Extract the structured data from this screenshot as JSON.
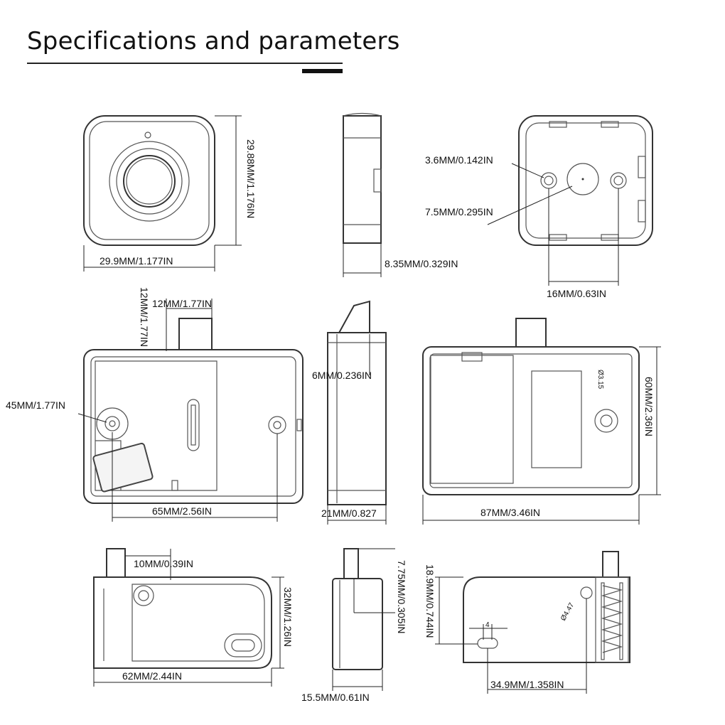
{
  "header": {
    "title": "Specifications and parameters"
  },
  "dimensions": {
    "front_width": "29.9MM/1.177IN",
    "front_height": "29.88MM/1.176IN",
    "side_depth": "8.35MM/0.329IN",
    "hole_small": "3.6MM/0.142IN",
    "hole_center": "7.5MM/0.295IN",
    "hole_spacing": "16MM/0.63IN",
    "latch_width": "12MM/1.77IN",
    "latch_height": "12MM/1.77IN",
    "hole_offset": "45MM/1.77IN",
    "body_hole_spacing": "65MM/2.56IN",
    "latch_offset": "6MM/0.236IN",
    "body_depth": "21MM/0.827",
    "back_width": "87MM/3.46IN",
    "back_height": "60MM/2.36IN",
    "back_hole": "Ø3.15",
    "strike_latch": "10MM/0.39IN",
    "strike_height": "32MM/1.26IN",
    "strike_width": "62MM/2.44IN",
    "strike_side_height": "7.75MM/0.305IN",
    "strike_side_width": "15.5MM/0.61IN",
    "plate_height": "18.9MM/0.744IN",
    "plate_width": "34.9MM/1.358IN",
    "plate_slot": "4",
    "plate_hole": "Ø4.47"
  }
}
